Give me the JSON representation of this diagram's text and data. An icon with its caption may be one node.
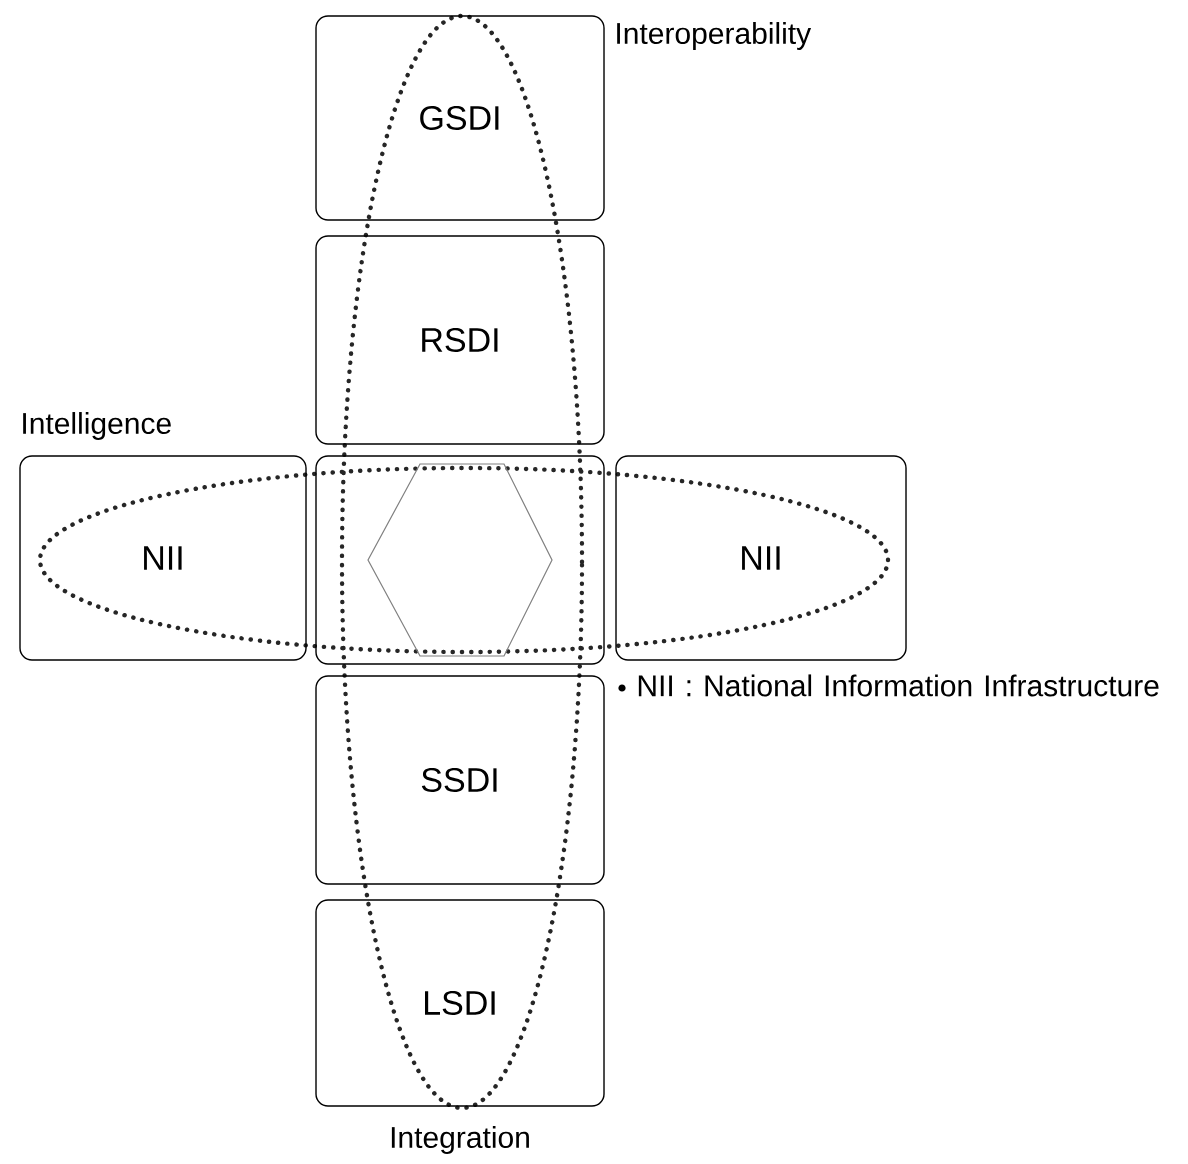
{
  "diagram": {
    "nodes": [
      {
        "text": [
          "GSDI"
        ]
      },
      {
        "text": [
          "RSDI"
        ]
      },
      {
        "text": [
          "NII"
        ]
      },
      {
        "text": [],
        "shape": "box"
      },
      {
        "text": [
          "NII"
        ]
      },
      {
        "text": [
          "SSDI"
        ]
      },
      {
        "text": [
          "LSDI"
        ]
      }
    ],
    "labels": [
      "Interoperability",
      "Intelligence",
      "NII : National Information Infrastructure",
      "Integration"
    ]
  }
}
